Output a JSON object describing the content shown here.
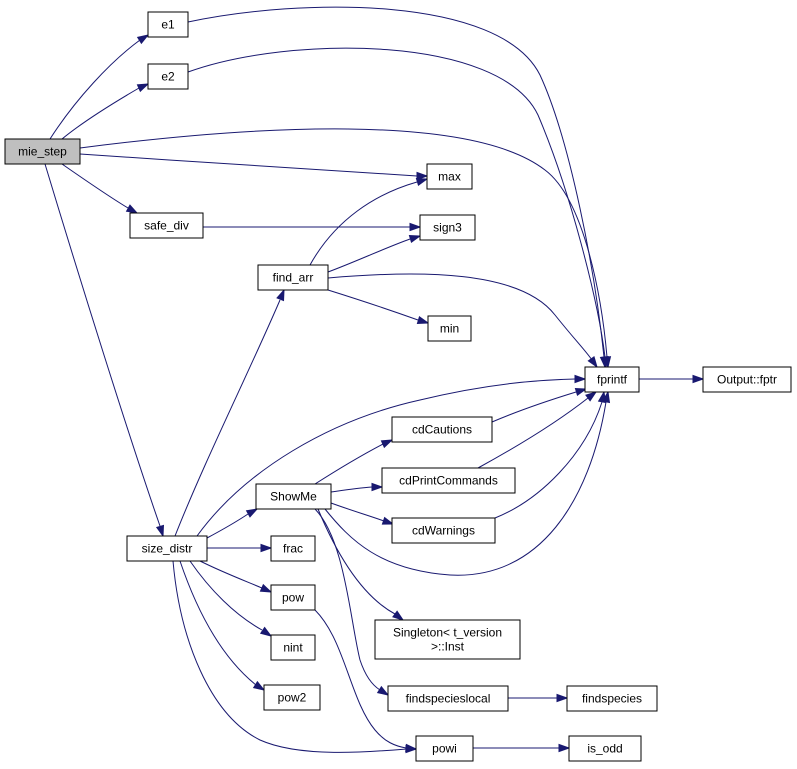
{
  "nodes": [
    {
      "id": "mie_step",
      "label": "mie_step",
      "root": true
    },
    {
      "id": "e1",
      "label": "e1"
    },
    {
      "id": "e2",
      "label": "e2"
    },
    {
      "id": "max",
      "label": "max"
    },
    {
      "id": "safe_div",
      "label": "safe_div"
    },
    {
      "id": "sign3",
      "label": "sign3"
    },
    {
      "id": "find_arr",
      "label": "find_arr"
    },
    {
      "id": "min",
      "label": "min"
    },
    {
      "id": "fprintf",
      "label": "fprintf"
    },
    {
      "id": "output_fptr",
      "label": "Output::fptr"
    },
    {
      "id": "cdCautions",
      "label": "cdCautions"
    },
    {
      "id": "cdPrintCommands",
      "label": "cdPrintCommands"
    },
    {
      "id": "ShowMe",
      "label": "ShowMe"
    },
    {
      "id": "cdWarnings",
      "label": "cdWarnings"
    },
    {
      "id": "size_distr",
      "label": "size_distr"
    },
    {
      "id": "frac",
      "label": "frac"
    },
    {
      "id": "pow",
      "label": "pow"
    },
    {
      "id": "singleton",
      "label": [
        "Singleton< t_version",
        ">::Inst"
      ]
    },
    {
      "id": "nint",
      "label": "nint"
    },
    {
      "id": "findspecieslocal",
      "label": "findspecieslocal"
    },
    {
      "id": "findspecies",
      "label": "findspecies"
    },
    {
      "id": "pow2",
      "label": "pow2"
    },
    {
      "id": "powi",
      "label": "powi"
    },
    {
      "id": "is_odd",
      "label": "is_odd"
    }
  ],
  "edges": [
    {
      "from": "mie_step",
      "to": "e1"
    },
    {
      "from": "mie_step",
      "to": "e2"
    },
    {
      "from": "mie_step",
      "to": "fprintf"
    },
    {
      "from": "mie_step",
      "to": "max"
    },
    {
      "from": "mie_step",
      "to": "safe_div"
    },
    {
      "from": "mie_step",
      "to": "size_distr"
    },
    {
      "from": "e1",
      "to": "fprintf"
    },
    {
      "from": "e2",
      "to": "fprintf"
    },
    {
      "from": "safe_div",
      "to": "sign3"
    },
    {
      "from": "find_arr",
      "to": "max"
    },
    {
      "from": "find_arr",
      "to": "sign3"
    },
    {
      "from": "find_arr",
      "to": "fprintf"
    },
    {
      "from": "find_arr",
      "to": "min"
    },
    {
      "from": "fprintf",
      "to": "output_fptr"
    },
    {
      "from": "size_distr",
      "to": "find_arr"
    },
    {
      "from": "size_distr",
      "to": "fprintf"
    },
    {
      "from": "size_distr",
      "to": "ShowMe"
    },
    {
      "from": "size_distr",
      "to": "frac"
    },
    {
      "from": "size_distr",
      "to": "pow"
    },
    {
      "from": "size_distr",
      "to": "nint"
    },
    {
      "from": "size_distr",
      "to": "pow2"
    },
    {
      "from": "size_distr",
      "to": "powi"
    },
    {
      "from": "ShowMe",
      "to": "cdCautions"
    },
    {
      "from": "ShowMe",
      "to": "cdPrintCommands"
    },
    {
      "from": "ShowMe",
      "to": "cdWarnings"
    },
    {
      "from": "ShowMe",
      "to": "fprintf"
    },
    {
      "from": "ShowMe",
      "to": "singleton"
    },
    {
      "from": "ShowMe",
      "to": "findspecieslocal"
    },
    {
      "from": "cdCautions",
      "to": "fprintf"
    },
    {
      "from": "cdPrintCommands",
      "to": "fprintf"
    },
    {
      "from": "cdWarnings",
      "to": "fprintf"
    },
    {
      "from": "findspecieslocal",
      "to": "findspecies"
    },
    {
      "from": "pow",
      "to": "powi"
    },
    {
      "from": "powi",
      "to": "is_odd"
    }
  ]
}
